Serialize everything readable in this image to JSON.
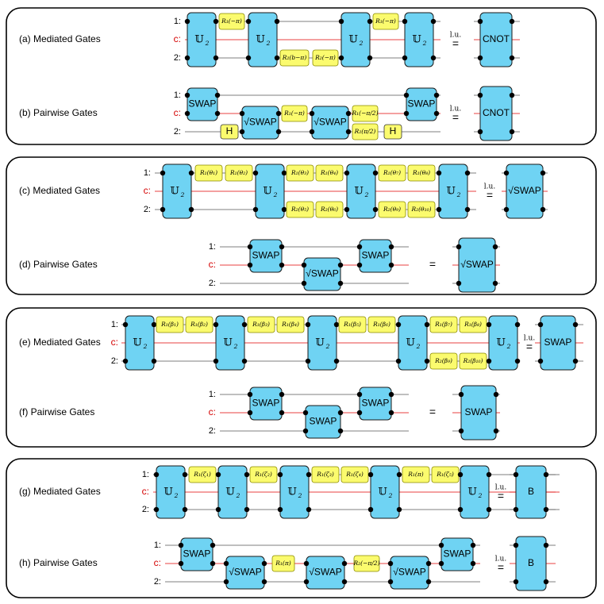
{
  "wire_labels": {
    "top": "1:",
    "mid": "c:",
    "bot": "2:"
  },
  "symbols": {
    "lu": "l.u.",
    "eq": "="
  },
  "panels": [
    {
      "key": "a",
      "label": "(a) Mediated Gates"
    },
    {
      "key": "b",
      "label": "(b) Pairwise Gates"
    },
    {
      "key": "c",
      "label": "(c) Mediated Gates"
    },
    {
      "key": "d",
      "label": "(d) Pairwise Gates"
    },
    {
      "key": "e",
      "label": "(e) Mediated Gates"
    },
    {
      "key": "f",
      "label": "(f) Pairwise Gates"
    },
    {
      "key": "g",
      "label": "(g) Mediated Gates"
    },
    {
      "key": "h",
      "label": "(h) Pairwise Gates"
    }
  ],
  "gates": {
    "u2": "𝕌",
    "u2_sub": "2",
    "swap": "SWAP",
    "sqrt_swap": "√SWAP",
    "cnot": "CNOT",
    "h": "H",
    "b": "B"
  },
  "rotations": {
    "a": [
      "R₁(−π)",
      "R₂(b−π)",
      "R₂(−π)",
      "R₁(−π)"
    ],
    "b": [
      "R₁(−π)",
      "R₁(−π/2)",
      "R₂(π/2)"
    ],
    "c": [
      "R₁(θ₁)",
      "R₁(θ₂)",
      "R₁(θ₃)",
      "R₁(θ₄)",
      "R₂(θ₅)",
      "R₂(θ₆)",
      "R₁(θ₇)",
      "R₁(θ₈)",
      "R₂(θ₉)",
      "R₂(θ₁₀)"
    ],
    "e": [
      "R₁(β₁)",
      "R₁(β₂)",
      "R₁(β₃)",
      "R₁(β₄)",
      "R₁(β₅)",
      "R₁(β₆)",
      "R₁(β₇)",
      "R₁(β₈)",
      "R₂(β₉)",
      "R₂(β₁₀)"
    ],
    "g": [
      "R₁(ζ₁)",
      "R₁(ζ₂)",
      "R₁(ζ₃)",
      "R₁(ζ₄)",
      "R₁(π)",
      "R₁(ζ₅)"
    ],
    "h": [
      "R₁(π)",
      "R₂(−π/2)"
    ]
  },
  "colors": {
    "gate_fill": "#6fd3f3",
    "rot_fill": "#fbfb6e",
    "rot_border": "#8a8a00",
    "wire_c": "#e00000",
    "wire": "#555555",
    "frame": "#000000"
  }
}
